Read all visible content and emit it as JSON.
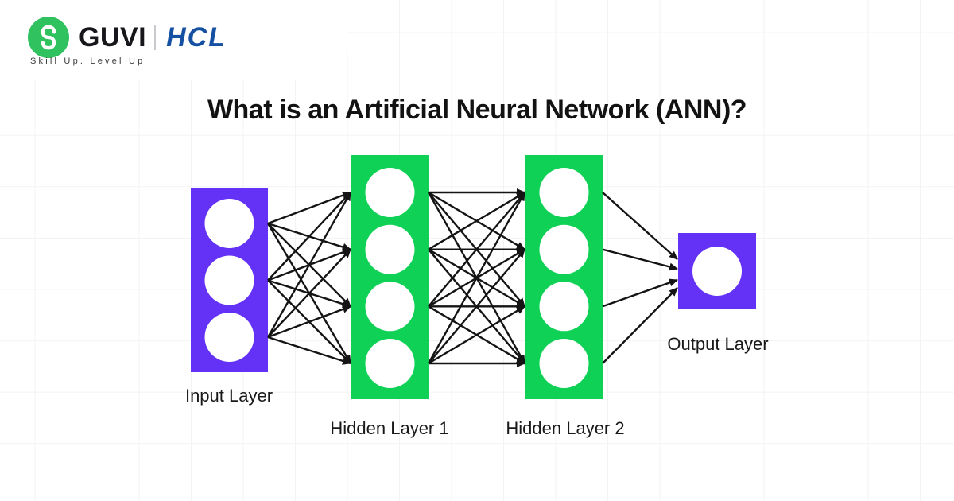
{
  "header": {
    "brand_guvi": "GUVI",
    "brand_hcl": "HCL",
    "tagline": "Skill Up. Level Up"
  },
  "title": "What is an Artificial Neural Network (ANN)?",
  "colors": {
    "purple": "#6432f6",
    "green": "#0ed155",
    "guvi_green": "#2fc25f",
    "hcl_blue": "#1550a2",
    "node_fill": "#ffffff",
    "arrow": "#141414",
    "grid_line": "#f3f3f5"
  },
  "diagram": {
    "layers": [
      {
        "id": "input",
        "label": "Input Layer",
        "nodes": 3,
        "color": "purple"
      },
      {
        "id": "hidden1",
        "label": "Hidden Layer 1",
        "nodes": 4,
        "color": "green"
      },
      {
        "id": "hidden2",
        "label": "Hidden Layer 2",
        "nodes": 4,
        "color": "green"
      },
      {
        "id": "output",
        "label": "Output Layer",
        "nodes": 1,
        "color": "purple"
      }
    ],
    "connections": "fully-connected-between-consecutive-layers"
  }
}
